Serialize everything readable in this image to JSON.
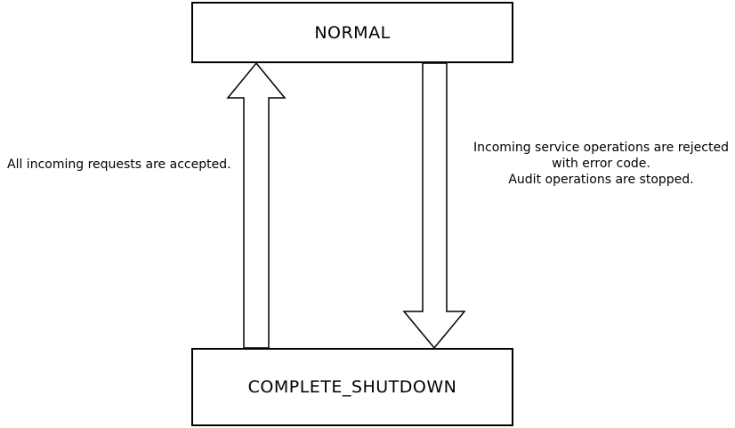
{
  "diagram": {
    "background_color": "#ffffff",
    "stroke_color": "#000000",
    "text_color": "#000000",
    "states": [
      {
        "id": "normal",
        "label": "NORMAL"
      },
      {
        "id": "complete_shutdown",
        "label": "COMPLETE_SHUTDOWN"
      }
    ],
    "transitions": [
      {
        "id": "shutdown-to-normal",
        "direction": "up",
        "label": "All incoming requests are accepted."
      },
      {
        "id": "normal-to-shutdown",
        "direction": "down",
        "label_lines": [
          "Incoming service operations are rejected",
          "with error code.",
          "Audit operations are stopped."
        ]
      }
    ]
  }
}
